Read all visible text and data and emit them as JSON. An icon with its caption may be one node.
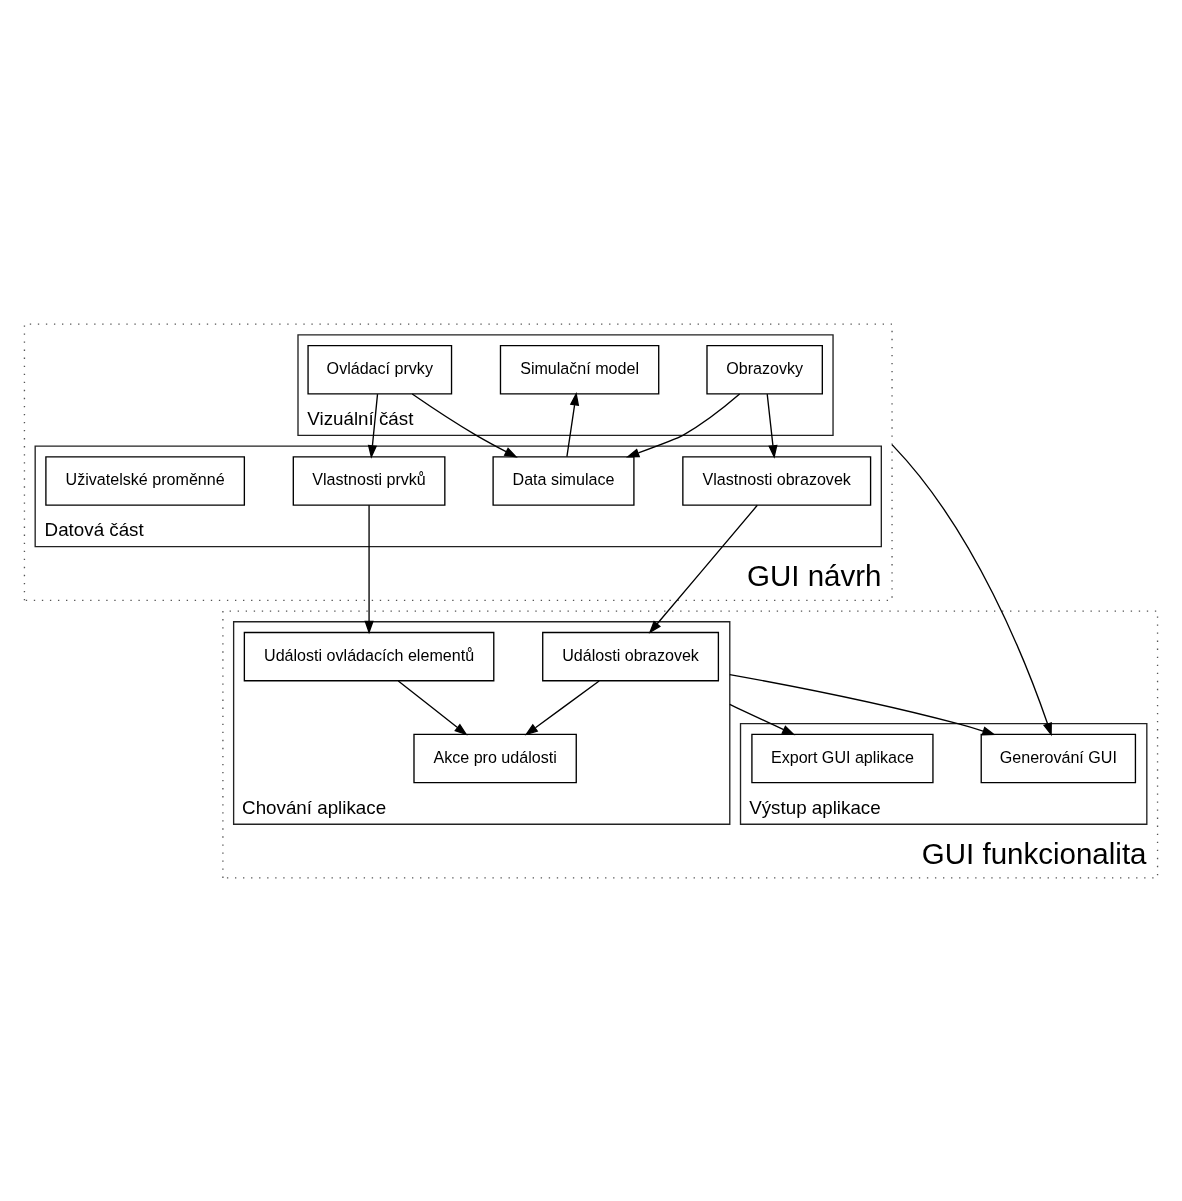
{
  "diagram": {
    "nodes": [
      {
        "text": [
          "GUI návrh"
        ]
      },
      {
        "text": [
          "Vizuální část"
        ],
        "in": 0
      },
      {
        "text": [
          "Obrazovky"
        ],
        "in": 1
      },
      {
        "text": [
          "Ovládací prvky"
        ],
        "in": 1
      },
      {
        "text": [
          "Simulační model"
        ],
        "in": 1
      },
      {
        "text": [
          "Datová část"
        ],
        "in": 0
      },
      {
        "text": [
          "Vlastnosti obrazovek"
        ],
        "in": 5
      },
      {
        "text": [
          "Vlastnosti prvků"
        ],
        "in": 5
      },
      {
        "text": [
          "Data simulace"
        ],
        "in": 5
      },
      {
        "text": [
          "Uživatelské proměnné"
        ],
        "in": 5
      },
      {
        "text": [
          "GUI funkcionalita"
        ]
      },
      {
        "text": [
          "Chování aplikace"
        ],
        "in": 10
      },
      {
        "text": [
          "Události obrazovek"
        ],
        "in": 11
      },
      {
        "text": [
          "Události ovládacích elementů"
        ],
        "in": 11
      },
      {
        "text": [
          "Akce pro události"
        ],
        "in": 11
      },
      {
        "text": [
          "Výstup aplikace"
        ],
        "in": 10
      },
      {
        "text": [
          "Generování GUI"
        ],
        "in": 15
      },
      {
        "text": [
          "Export GUI aplikace"
        ],
        "in": 15
      }
    ],
    "edges": [
      {
        "from": 2,
        "to": 6,
        "arrow": "to"
      },
      {
        "from": 2,
        "to": 8,
        "arrow": "to"
      },
      {
        "from": 3,
        "to": 7,
        "arrow": "to"
      },
      {
        "from": 3,
        "to": 8,
        "arrow": "to"
      },
      {
        "from": 8,
        "to": 4,
        "arrow": "to"
      },
      {
        "from": 6,
        "to": 12,
        "arrow": "to"
      },
      {
        "from": 7,
        "to": 13,
        "arrow": "to"
      },
      {
        "from": 12,
        "to": 14,
        "arrow": "to"
      },
      {
        "from": 13,
        "to": 14,
        "arrow": "to"
      },
      {
        "from": 0,
        "to": 16,
        "arrow": "to"
      },
      {
        "from": 11,
        "to": 16,
        "arrow": "to"
      },
      {
        "from": 11,
        "to": 17,
        "arrow": "to"
      }
    ]
  }
}
